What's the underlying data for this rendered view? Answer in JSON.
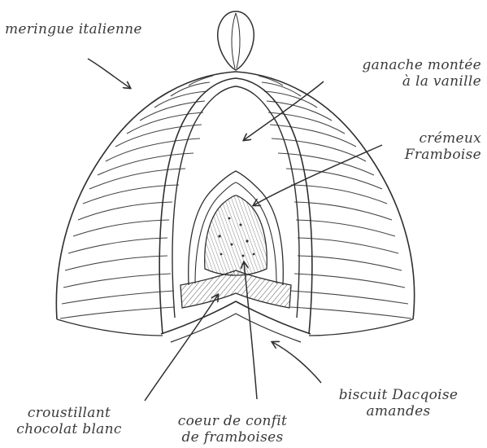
{
  "labels": {
    "meringue": [
      "meringue  italienne"
    ],
    "ganache": [
      "ganache montée",
      "à la vanille"
    ],
    "cremeux": [
      "crémeux",
      "Framboise"
    ],
    "biscuit": [
      "biscuit Dacqoise",
      "amandes"
    ],
    "croustillant": [
      "croustillant",
      "chocolat blanc"
    ],
    "coeur": [
      "coeur de confit",
      "de framboises"
    ]
  },
  "colors": {
    "stroke": "#2f2f2f",
    "text": "#3a3a3a",
    "background": "#ffffff"
  }
}
